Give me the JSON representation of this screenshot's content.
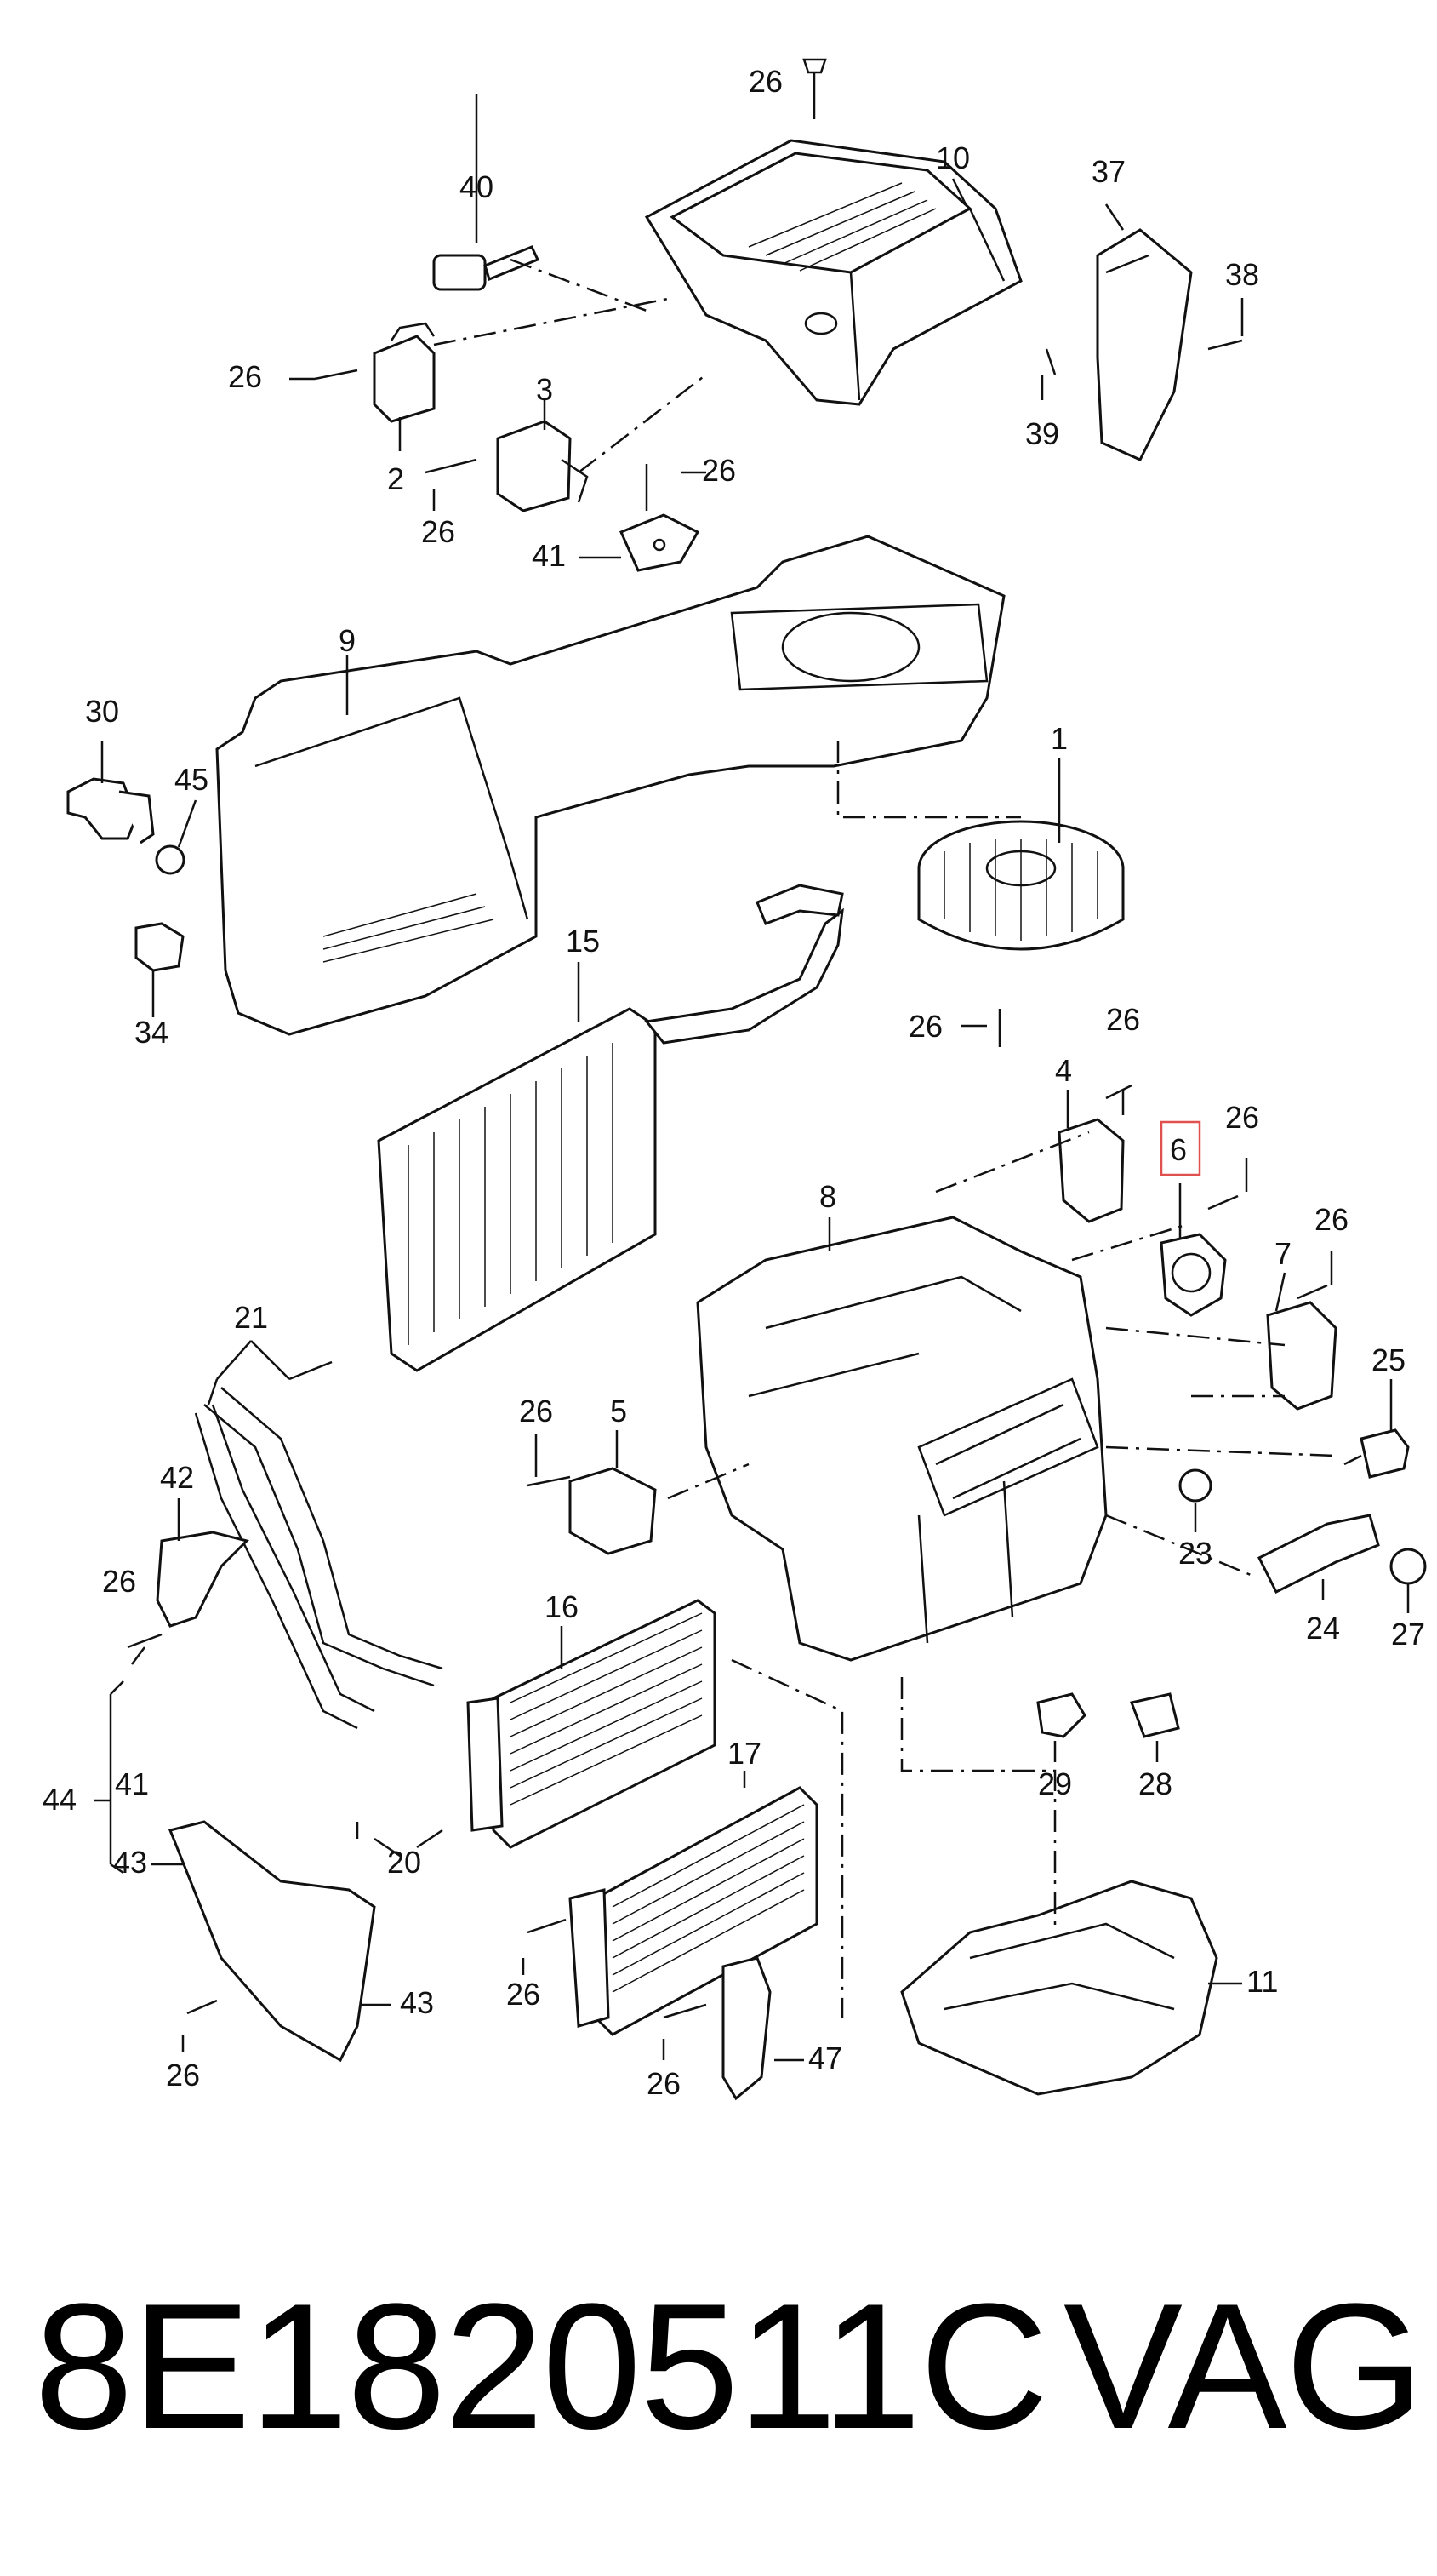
{
  "diagram": {
    "highlight_color": "#e0504f",
    "callouts": [
      "26",
      "10",
      "40",
      "37",
      "38",
      "39",
      "26",
      "3",
      "2",
      "26",
      "26",
      "41",
      "9",
      "30",
      "45",
      "1",
      "34",
      "15",
      "26",
      "4",
      "26",
      "6",
      "26",
      "8",
      "26",
      "7",
      "21",
      "25",
      "26",
      "5",
      "42",
      "23",
      "26",
      "16",
      "24",
      "27",
      "44",
      "41",
      "29",
      "28",
      "43",
      "20",
      "17",
      "26",
      "11",
      "43",
      "26",
      "26",
      "47"
    ]
  },
  "footer": {
    "part_number": "8E1820511C",
    "brand": "VAG"
  }
}
